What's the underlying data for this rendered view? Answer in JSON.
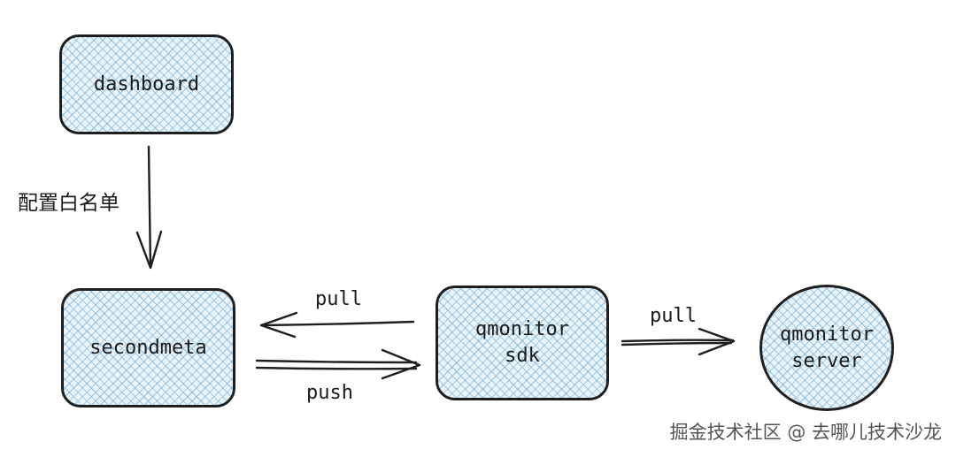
{
  "nodes": {
    "dashboard": "dashboard",
    "secondmeta": "secondmeta",
    "qmonitor_sdk": "qmonitor\nsdk",
    "qmonitor_server": "qmonitor\nserver"
  },
  "edges": {
    "dashboard_to_secondmeta": "配置白名单",
    "sdk_to_secondmeta": "pull",
    "secondmeta_to_sdk": "push",
    "sdk_to_server": "pull"
  },
  "watermark": "掘金技术社区 @ 去哪儿技术沙龙",
  "colors": {
    "node_fill": "#eaf4fb",
    "hatch": "#6eaad7",
    "stroke": "#1f1f1f"
  }
}
